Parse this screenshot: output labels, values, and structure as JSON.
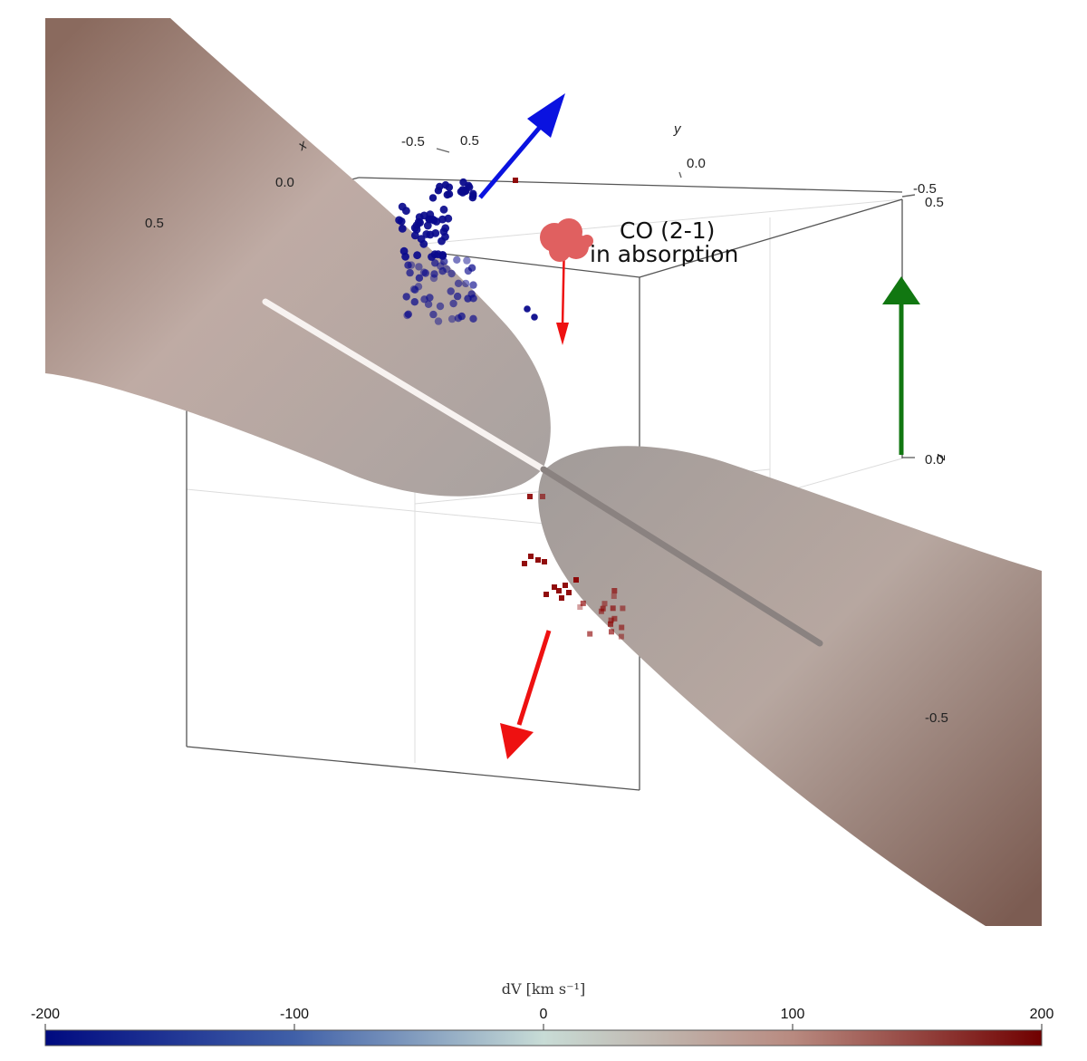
{
  "chart_data": {
    "type": "scatter",
    "projection": "3d",
    "axes": {
      "x": {
        "name": "x",
        "ticks": [
          "0.5",
          "0.0",
          "-0.5"
        ]
      },
      "y": {
        "name": "y",
        "ticks": [
          "0.5",
          "0.0",
          "-0.5"
        ]
      },
      "z": {
        "name": "z",
        "ticks": [
          "0.5",
          "0.0",
          "-0.5"
        ]
      }
    },
    "grid": true,
    "series": [
      {
        "marker": "circle",
        "color": "#0a0a8c",
        "velocity_sign": "blueshifted",
        "count_approx": 120
      },
      {
        "marker": "square",
        "color": "#8b0000",
        "velocity_sign": "redshifted",
        "count_approx": 25
      }
    ],
    "surface": {
      "type": "bicone",
      "color_low": "#b8a8a2",
      "color_high": "#7a5a50"
    },
    "arrows": [
      {
        "color": "#0a12e0"
      },
      {
        "color": "#ee1111"
      },
      {
        "color": "#ee1111"
      },
      {
        "color": "#117711"
      }
    ],
    "annotation": {
      "line1": "CO (2-1)",
      "line2": "in absorption",
      "cloud_color": "#e06060"
    },
    "colorbar": {
      "label": "dV [km s⁻¹]",
      "ticks": [
        "-200",
        "-100",
        "0",
        "100",
        "200"
      ],
      "vmin": -200,
      "vmax": 200,
      "colormap": [
        "#000a80",
        "#4060a8",
        "#c8dcd6",
        "#b88a80",
        "#700000"
      ]
    }
  }
}
